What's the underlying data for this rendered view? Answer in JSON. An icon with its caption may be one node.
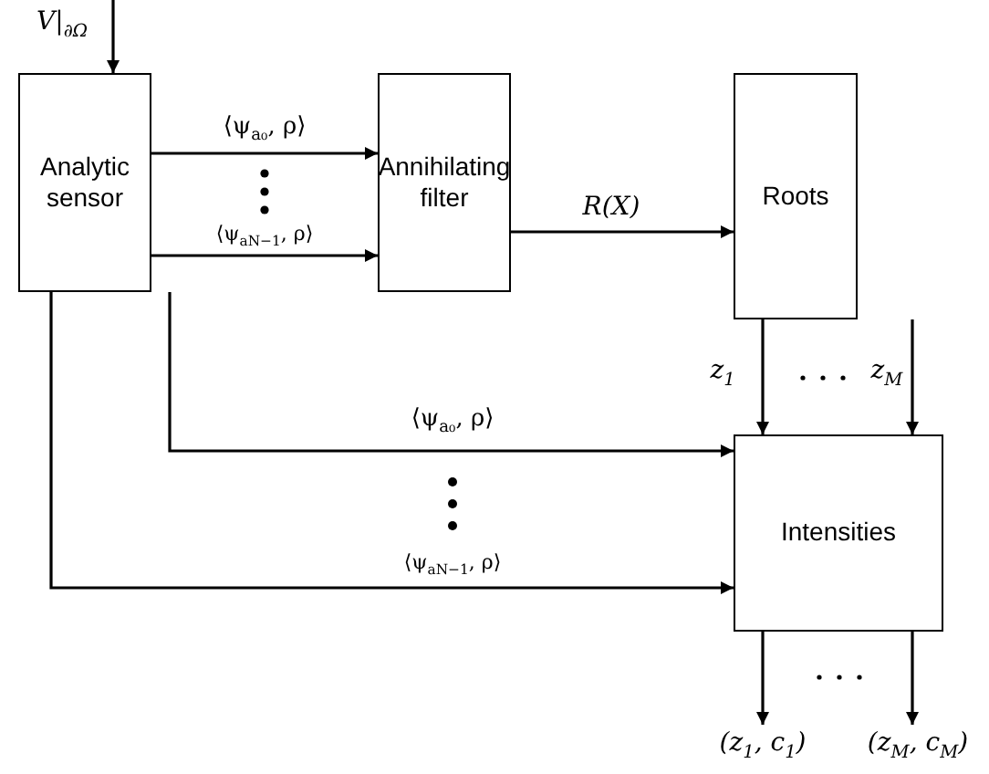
{
  "diagram": {
    "nodes": [
      {
        "text": [
          "Analytic sensor"
        ]
      },
      {
        "text": [
          "Annihilating filter"
        ]
      },
      {
        "text": [
          "Roots"
        ]
      },
      {
        "text": [
          "Intensities"
        ]
      }
    ],
    "edges": [
      {
        "from": null,
        "to": 0,
        "arrow": "to",
        "label": "V|$_{∂Ω}$"
      },
      {
        "from": 0,
        "to": 1,
        "arrow": "to",
        "label": "⟨ψ$_{a₀}$, ρ⟩"
      },
      {
        "from": 0,
        "to": 1,
        "arrow": "to",
        "label": "⟨ψ$_{aN−1}$, ρ⟩"
      },
      {
        "from": 1,
        "to": 2,
        "arrow": "to",
        "label": "R(X)"
      },
      {
        "from": 2,
        "to": 3,
        "arrow": "to",
        "label": "z$_{1}$"
      },
      {
        "from": 2,
        "to": 3,
        "arrow": "to",
        "label": "z$_{M}$"
      },
      {
        "from": 0,
        "to": 3,
        "arrow": "to",
        "label": "⟨ψ$_{a₀}$, ρ⟩"
      },
      {
        "from": 0,
        "to": 3,
        "arrow": "to",
        "label": "⟨ψ$_{aN−1}$, ρ⟩"
      },
      {
        "from": 3,
        "to": null,
        "arrow": "to",
        "label": "(z$_{1}$, c$_{1}$)"
      },
      {
        "from": 3,
        "to": null,
        "arrow": "to",
        "label": "(z$_{M}$, c$_{M}$)"
      }
    ]
  }
}
